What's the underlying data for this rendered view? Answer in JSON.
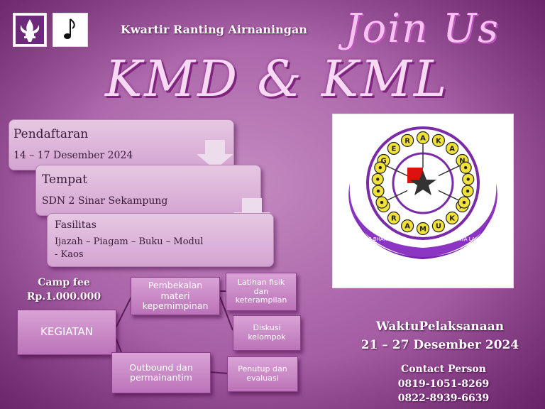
{
  "header": {
    "org": "Kwartir Ranting Airnaningan",
    "join": "Join Us",
    "title": "KMD & KML"
  },
  "steps": [
    {
      "label": "Pendaftaran",
      "value": "14 – 17 Desember 2024"
    },
    {
      "label": "Tempat",
      "value": "SDN 2 Sinar Sekampung"
    },
    {
      "label": "Fasilitas",
      "value": "Ijazah – Piagam – Buku – Modul - Kaos"
    }
  ],
  "fee": {
    "label": "Camp fee",
    "amount": "Rp.1.000.000"
  },
  "activities": {
    "root": "KEGIATAN",
    "b1": "Pembekalan materi kepemimpinan",
    "b2": "Outbound dan permainantim",
    "b1a": "Latihan fisik dan keterampilan",
    "b1b": "Diskusi kelompok",
    "b2a": "Penutup dan evaluasi"
  },
  "schedule": {
    "label": "WaktuPelaksanaan",
    "dates": "21 – 27 Desember 2024"
  },
  "contact": {
    "label": "Contact Person",
    "phone1": "0819-1051-8269",
    "phone2": "0822-8939-6639"
  },
  "emblem": {
    "top_letters": [
      "G",
      "E",
      "R",
      "A",
      "K",
      "A",
      "N"
    ],
    "bottom_letters": [
      "P",
      "R",
      "A",
      "M",
      "U",
      "K",
      "A"
    ],
    "motto": "IKHLAS BHAKTI BINA BANGSA BERBUDI BAWA LAKSANA"
  },
  "icons": [
    "scout-lily-icon",
    "music-note-icon"
  ]
}
